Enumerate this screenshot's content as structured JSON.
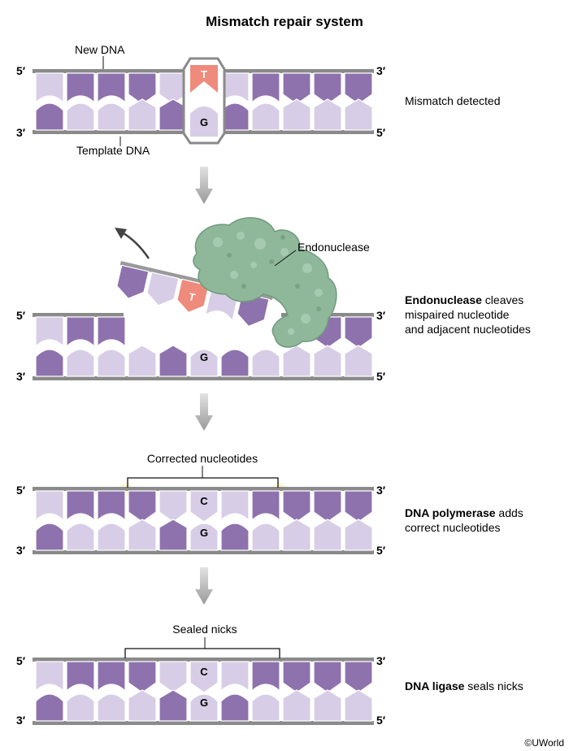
{
  "title": "Mismatch repair system",
  "credit": "©UWorld",
  "end_labels": {
    "five": "5′",
    "three": "3′"
  },
  "labels": {
    "new_dna": "New DNA",
    "template_dna": "Template DNA",
    "endonuclease": "Endonuclease",
    "corrected_nucleotides": "Corrected nucleotides",
    "sealed_nicks": "Sealed nicks"
  },
  "bases": {
    "mismatch_new": "T",
    "template": "G",
    "corrected": "C"
  },
  "steps": [
    {
      "bold": "",
      "text": "Mismatch detected",
      "line2": "",
      "line3": ""
    },
    {
      "bold": "Endonuclease",
      "text": " cleaves",
      "line2": "mispaired nucleotide",
      "line3": "and adjacent nucleotides"
    },
    {
      "bold": "DNA polymerase",
      "text": " adds",
      "line2": "correct nucleotides",
      "line3": ""
    },
    {
      "bold": "DNA ligase",
      "text": " seals nicks",
      "line2": "",
      "line3": ""
    }
  ],
  "colors": {
    "dark_nucleotide": "#8e72ad",
    "light_nucleotide": "#d8cde6",
    "backbone": "#8a8a8a",
    "mismatch": "#ee8b7c",
    "enzyme": "#8fb89a",
    "arrow": "#b3b3b3",
    "glow": "#f6e08a"
  }
}
